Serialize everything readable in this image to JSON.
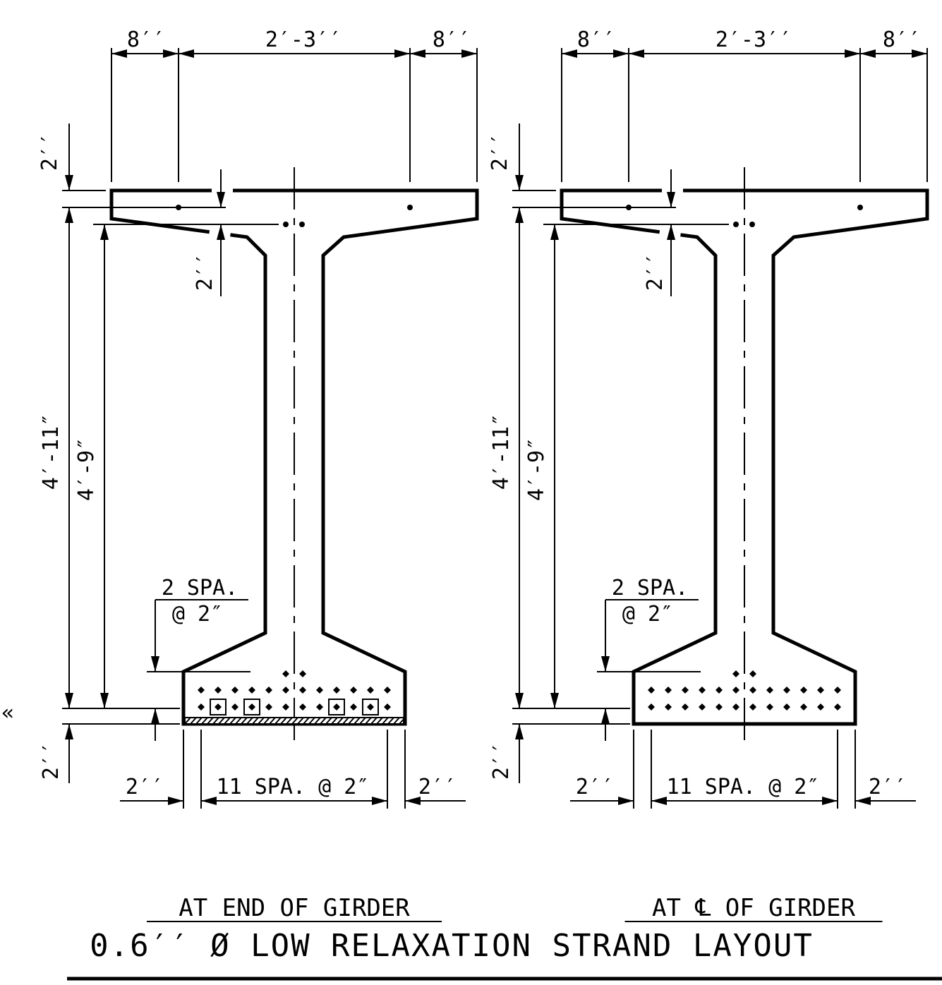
{
  "sections": [
    {
      "subtitle": "AT END OF GIRDER",
      "dims": {
        "top_left_edge": "8′′",
        "top_middle": "2′-3′′",
        "top_right_edge": "8′′",
        "flange_top_offset": "2′′",
        "flange_bottom_offset": "2′′",
        "overall_height": "4′-11″",
        "strand_height": "4′-9″",
        "vertical_spacing_line1": "2 SPA.",
        "vertical_spacing_line2": "@ 2″",
        "bottom_offset": "2′′",
        "bottom_left_edge": "2′′",
        "bottom_middle": "11 SPA. @ 2″",
        "bottom_right_edge": "2′′"
      }
    },
    {
      "subtitle": "AT ℄ OF GIRDER",
      "dims": {
        "top_left_edge": "8′′",
        "top_middle": "2′-3′′",
        "top_right_edge": "8′′",
        "flange_top_offset": "2′′",
        "flange_bottom_offset": "2′′",
        "overall_height": "4′-11″",
        "strand_height": "4′-9″",
        "vertical_spacing_line1": "2 SPA.",
        "vertical_spacing_line2": "@ 2″",
        "bottom_offset": "2′′",
        "bottom_left_edge": "2′′",
        "bottom_middle": "11 SPA. @ 2″",
        "bottom_right_edge": "2′′"
      }
    }
  ],
  "title": "0.6′′ Ø LOW RELAXATION STRAND LAYOUT",
  "margin_mark": "«"
}
